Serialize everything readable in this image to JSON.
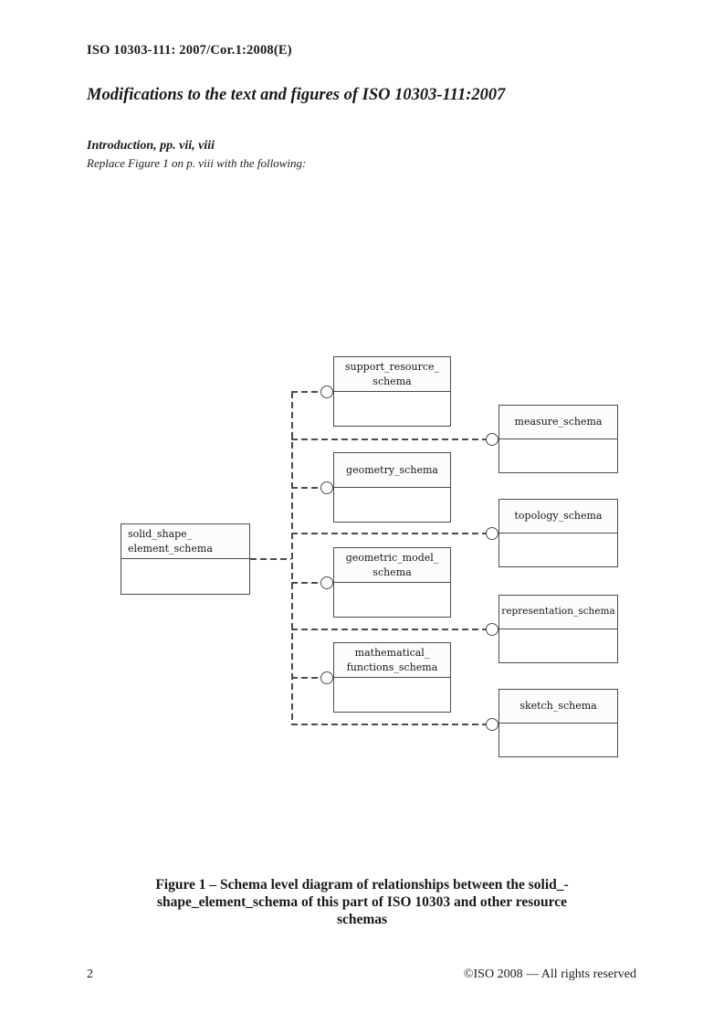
{
  "document": {
    "header": "ISO 10303-111: 2007/Cor.1:2008(E)",
    "title": "Modifications to the text and figures of ISO 10303-111:2007",
    "section_heading": "Introduction, pp. vii, viii",
    "instruction": "Replace Figure 1 on p. viii with the following:",
    "figure_caption": {
      "line1": "Figure 1 – Schema level diagram of relationships between the solid_-",
      "line2": "shape_element_schema of this part of ISO 10303 and other resource",
      "line3": "schemas"
    },
    "footer": {
      "page_number": "2",
      "copyright": "©ISO 2008 — All rights reserved"
    }
  },
  "diagram": {
    "type": "schema-level-diagram",
    "line_color": "#4c4c4c",
    "background": "#ffffff",
    "root_schema": {
      "label": "solid_shape_element_schema",
      "line1": "solid_shape_",
      "line2": "element_schema"
    },
    "middle_schemas": [
      {
        "label": "support_resource_schema",
        "line1": "support_resource_",
        "line2": "schema"
      },
      {
        "label": "geometry_schema",
        "line1": "geometry_schema"
      },
      {
        "label": "geometric_model_schema",
        "line1": "geometric_model_",
        "line2": "schema"
      },
      {
        "label": "mathematical_functions_schema",
        "line1": "mathematical_",
        "line2": "functions_schema"
      }
    ],
    "right_schemas": [
      {
        "label": "measure_schema",
        "line1": "measure_schema"
      },
      {
        "label": "topology_schema",
        "line1": "topology_schema"
      },
      {
        "label": "representation_schema",
        "line1": "representation_schema"
      },
      {
        "label": "sketch_schema",
        "line1": "sketch_schema"
      }
    ]
  }
}
